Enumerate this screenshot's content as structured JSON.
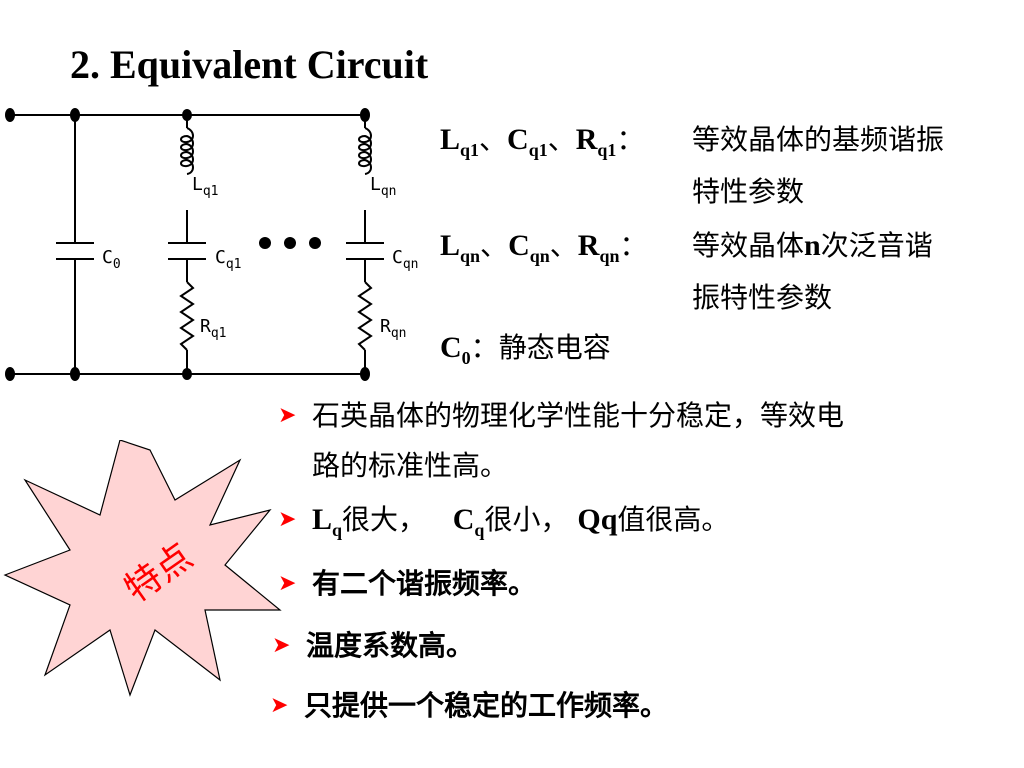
{
  "title": "2.  Equivalent Circuit",
  "circuit": {
    "c0_label": "C",
    "c0_sub": "0",
    "lq1_label": "L",
    "lq1_sub": "q1",
    "cq1_label": "C",
    "cq1_sub": "q1",
    "rq1_label": "R",
    "rq1_sub": "q1",
    "lqn_label": "L",
    "lqn_sub": "qn",
    "cqn_label": "C",
    "cqn_sub": "qn",
    "rqn_label": "R",
    "rqn_sub": "qn"
  },
  "definitions": [
    {
      "symbols": [
        {
          "base": "L",
          "sub": "q1"
        },
        {
          "base": "C",
          "sub": "q1"
        },
        {
          "base": "R",
          "sub": "q1"
        }
      ],
      "sep": "、",
      "colon": "：",
      "line1": "等效晶体的基频谐振",
      "line2": "特性参数"
    },
    {
      "symbols": [
        {
          "base": "L",
          "sub": "qn"
        },
        {
          "base": "C",
          "sub": "qn"
        },
        {
          "base": "R",
          "sub": "qn"
        }
      ],
      "sep": "、",
      "colon": "：",
      "line1_pre": "等效晶体",
      "line1_n": "n",
      "line1_post": "次泛音谐",
      "line2": "振特性参数"
    },
    {
      "symbol": {
        "base": "C",
        "sub": "0"
      },
      "colon": "：",
      "text": "静态电容"
    }
  ],
  "features_label": "特点",
  "bullets": {
    "b1_line1": "石英晶体的物理化学性能十分稳定，等效电",
    "b1_line2": "路的标准性高。",
    "b2": {
      "lq_base": "L",
      "lq_sub": "q",
      "lq_text": "很大，",
      "cq_base": "C",
      "cq_sub": "q",
      "cq_text": "很小，",
      "qq": "Qq",
      "qq_text": "值很高。"
    },
    "b3": "有二个谐振频率。",
    "b4": "温度系数高。",
    "b5": "只提供一个稳定的工作频率。"
  },
  "colors": {
    "arrow": "#ff0000",
    "burst_fill": "#ffd4d4",
    "burst_text": "#ff0000"
  }
}
